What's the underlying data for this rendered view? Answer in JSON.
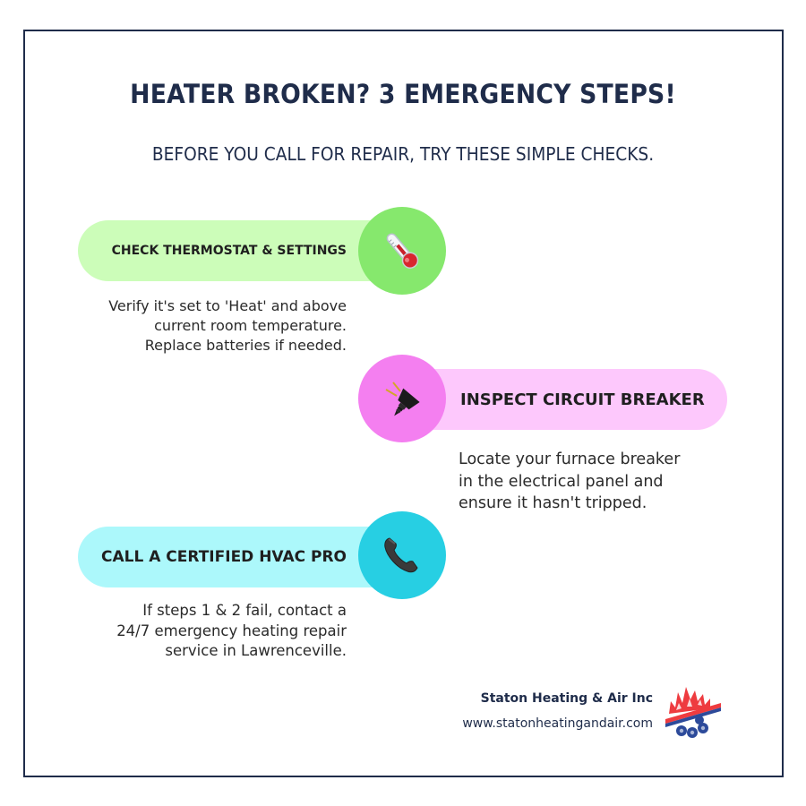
{
  "header": {
    "title": "HEATER BROKEN? 3 EMERGENCY STEPS!",
    "subtitle": "BEFORE YOU CALL FOR REPAIR, TRY THESE SIMPLE CHECKS."
  },
  "steps": [
    {
      "label": "CHECK THERMOSTAT & SETTINGS",
      "icon": "thermometer-icon",
      "pill_color": "#ccfdb9",
      "circle_color": "#86e86d",
      "description": [
        "Verify it's set to 'Heat' and above",
        "current room temperature.",
        "Replace batteries if needed."
      ]
    },
    {
      "label": "INSPECT CIRCUIT BREAKER",
      "icon": "electric-plug-icon",
      "pill_color": "#fdc8fc",
      "circle_color": "#f47ff0",
      "description": [
        "Locate your furnace breaker",
        "in the electrical panel and",
        "ensure it hasn't tripped."
      ]
    },
    {
      "label": "CALL A CERTIFIED HVAC PRO",
      "icon": "telephone-receiver-icon",
      "pill_color": "#acf8fb",
      "circle_color": "#27cfe3",
      "description": [
        "If steps 1 & 2 fail, contact a",
        "24/7 emergency heating repair",
        "service in Lawrenceville."
      ]
    }
  ],
  "footer": {
    "company": "Staton Heating & Air Inc",
    "website": "www.statonheatingandair.com",
    "logo": "flame-snowflake-logo"
  },
  "colors": {
    "navy": "#1f2c4a",
    "text": "#1f1f1f"
  }
}
